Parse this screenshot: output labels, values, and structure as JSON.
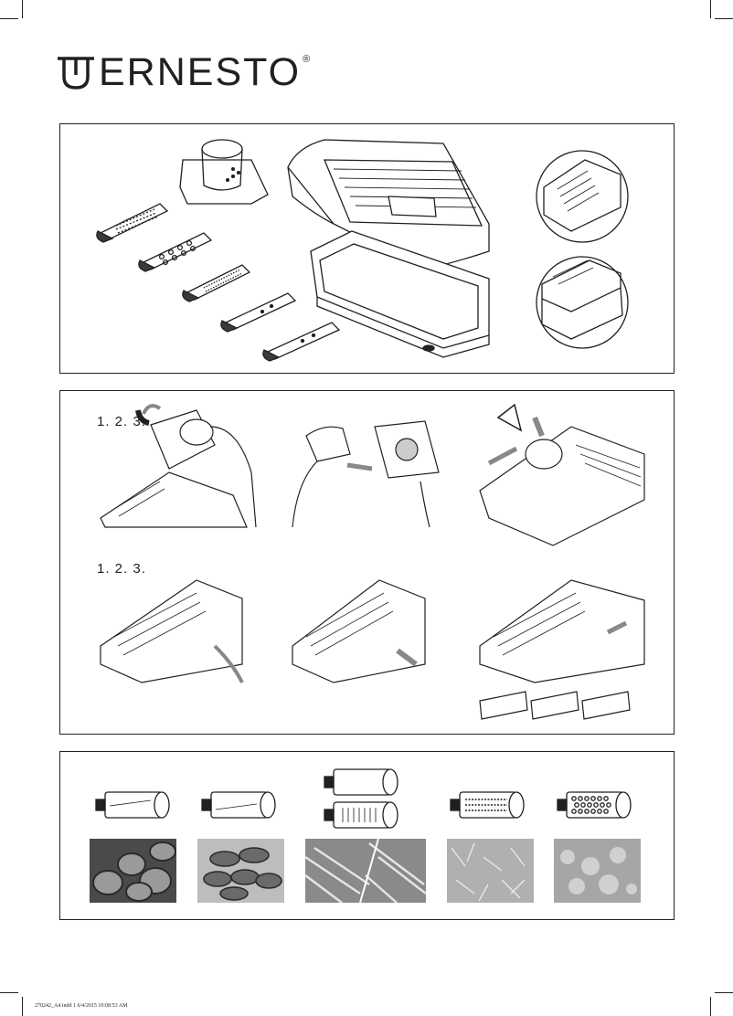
{
  "brand": {
    "name": "ERNESTO",
    "registered": "®"
  },
  "section2": {
    "row1_steps": "1.  2.  3.",
    "row2_steps": "1.  2.  3."
  },
  "footer": {
    "file_info": "270242_A4.indd   1 6/4/2015   10:08:53 AM"
  }
}
